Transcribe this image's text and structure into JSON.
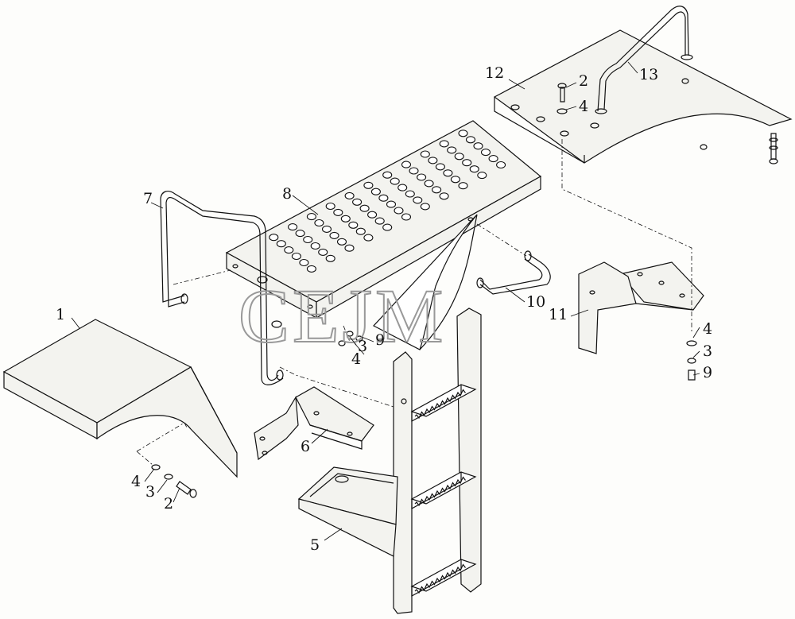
{
  "watermark": "CEJM",
  "callouts": {
    "c1": "1",
    "c2a": "2",
    "c2b": "2",
    "c3a": "3",
    "c3b": "3",
    "c3c": "3",
    "c4a": "4",
    "c4b": "4",
    "c4c": "4",
    "c4d": "4",
    "c5": "5",
    "c6": "6",
    "c7": "7",
    "c8": "8",
    "c9a": "9",
    "c9b": "9",
    "c10": "10",
    "c11": "11",
    "c12": "12",
    "c13": "13"
  }
}
